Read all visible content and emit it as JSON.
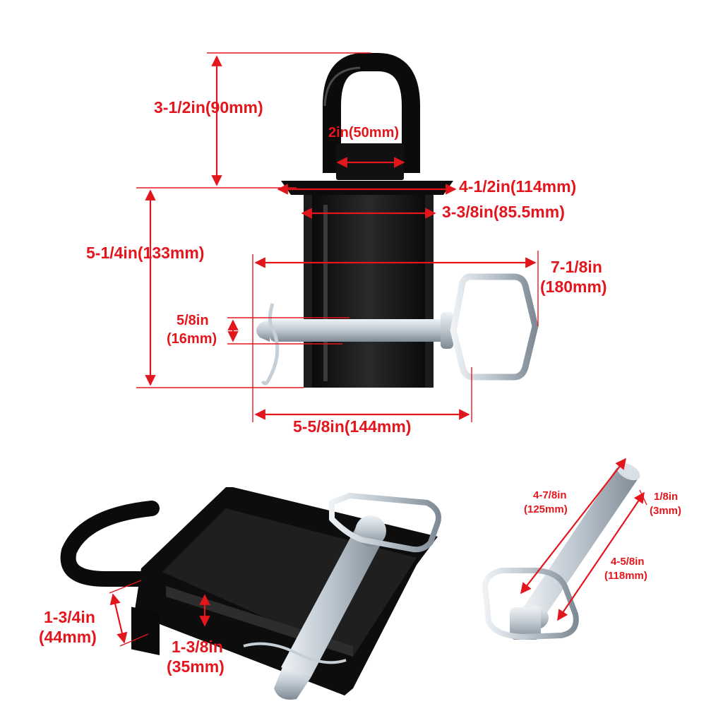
{
  "colors": {
    "dimension": "#e3161d",
    "steel": "#111111",
    "zinc": "#b8c2cc"
  },
  "labels": {
    "ring_height": "3-1/2in(90mm)",
    "ring_width": "2in(50mm)",
    "flange_width": "4-1/2in(114mm)",
    "body_width": "3-3/8in(85.5mm)",
    "body_height": "5-1/4in(133mm)",
    "overall_width_a": "7-1/8in",
    "overall_width_b": "(180mm)",
    "pin_dia_a": "5/8in",
    "pin_dia_b": "(16mm)",
    "base_width": "5-5/8in(144mm)",
    "side_height_a": "1-3/4in",
    "side_height_b": "(44mm)",
    "inner_height_a": "1-3/8in",
    "inner_height_b": "(35mm)",
    "pin_length_a": "4-7/8in",
    "pin_length_b": "(125mm)",
    "pin_hole_a": "1/8in",
    "pin_hole_b": "(3mm)",
    "pin_usable_a": "4-5/8in",
    "pin_usable_b": "(118mm)"
  }
}
